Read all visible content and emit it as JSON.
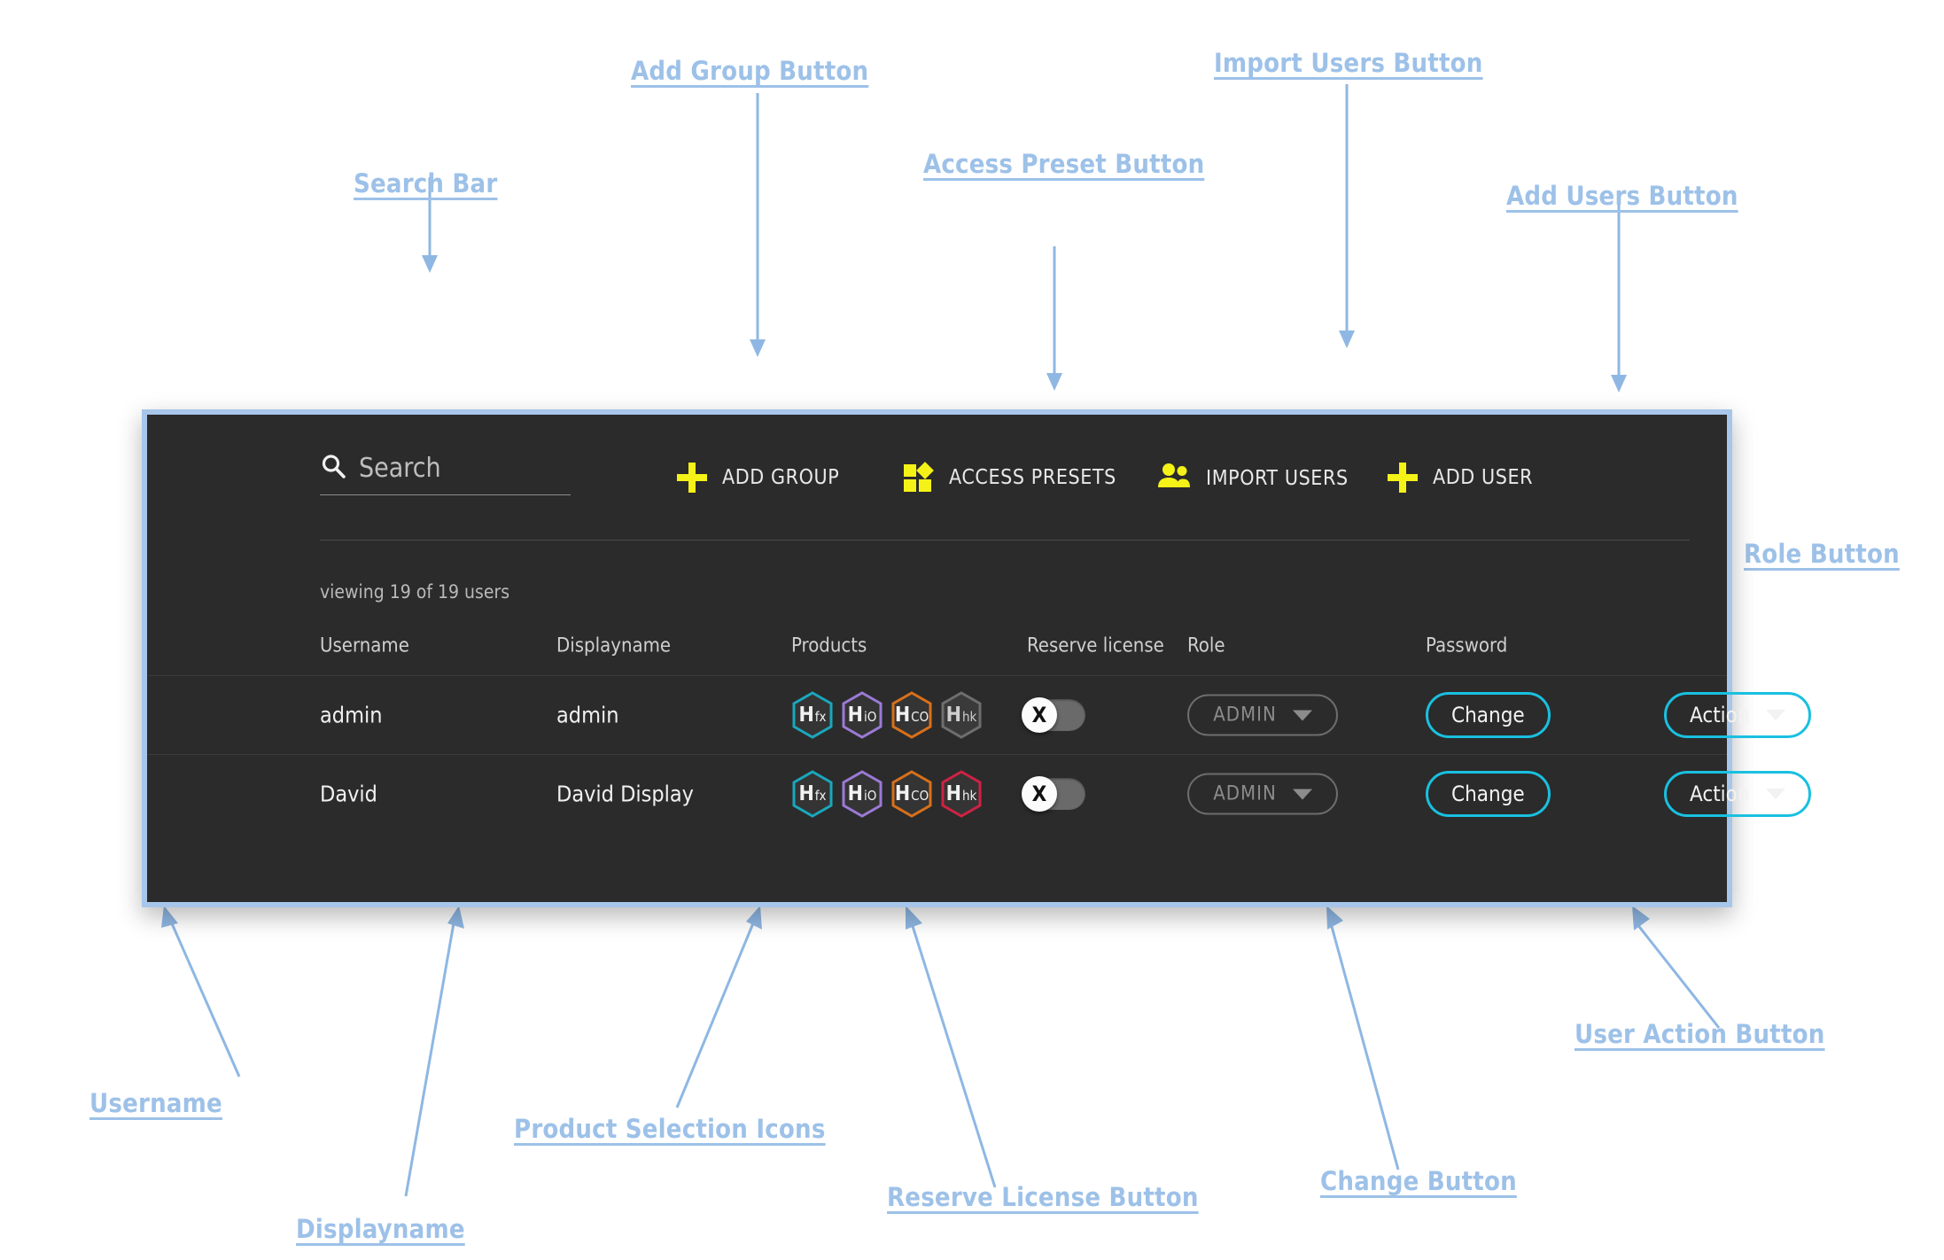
{
  "annotations": [
    {
      "id": "search-bar",
      "label": "Search Bar"
    },
    {
      "id": "add-group-button",
      "label": "Add Group Button"
    },
    {
      "id": "access-preset-button",
      "label": "Access Preset Button"
    },
    {
      "id": "import-users-button",
      "label": "Import Users Button"
    },
    {
      "id": "add-users-button",
      "label": "Add Users Button"
    },
    {
      "id": "role-button",
      "label": "Role Button"
    },
    {
      "id": "username",
      "label": "Username"
    },
    {
      "id": "displayname",
      "label": "Displayname"
    },
    {
      "id": "product-selection-icons",
      "label": "Product Selection Icons"
    },
    {
      "id": "reserve-license-button",
      "label": "Reserve License Button"
    },
    {
      "id": "change-button",
      "label": "Change Button"
    },
    {
      "id": "user-action-button",
      "label": "User Action Button"
    }
  ],
  "colors": {
    "annotation": "#9dc1e8",
    "panel_border": "#a7c6ea",
    "panel_bg": "#2b2b2b",
    "accent_yellow": "#f5f218",
    "accent_cyan": "#19c0e0"
  },
  "toolbar": {
    "search": {
      "placeholder": "Search",
      "value": "",
      "icon": "search-icon"
    },
    "buttons": [
      {
        "id": "add-group",
        "label": "ADD GROUP",
        "icon": "plus-icon"
      },
      {
        "id": "access-presets",
        "label": "ACCESS PRESETS",
        "icon": "grid-presets-icon"
      },
      {
        "id": "import-users",
        "label": "IMPORT USERS",
        "icon": "people-icon"
      },
      {
        "id": "add-user",
        "label": "ADD USER",
        "icon": "plus-icon"
      }
    ]
  },
  "status": {
    "viewing": "viewing 19 of 19 users"
  },
  "table": {
    "headers": {
      "username": "Username",
      "displayname": "Displayname",
      "products": "Products",
      "reserve": "Reserve license",
      "role": "Role",
      "password": "Password",
      "action": ""
    },
    "rows": [
      {
        "username": "admin",
        "displayname": "admin",
        "products": [
          {
            "main": "H",
            "sub": "fx",
            "color": "#1aa7bd",
            "active": true
          },
          {
            "main": "H",
            "sub": "iO",
            "color": "#9b7ad6",
            "active": true
          },
          {
            "main": "H",
            "sub": "CO",
            "color": "#d9701a",
            "active": true
          },
          {
            "main": "H",
            "sub": "hk",
            "color": "#6e6e6e",
            "active": false
          }
        ],
        "reserve_license": {
          "state": "off",
          "knob_label": "X"
        },
        "role": {
          "value": "ADMIN"
        },
        "password_button": "Change",
        "action_button": "Action"
      },
      {
        "username": "David",
        "displayname": "David Display",
        "products": [
          {
            "main": "H",
            "sub": "fx",
            "color": "#1aa7bd",
            "active": true
          },
          {
            "main": "H",
            "sub": "iO",
            "color": "#9b7ad6",
            "active": true
          },
          {
            "main": "H",
            "sub": "CO",
            "color": "#d9701a",
            "active": true
          },
          {
            "main": "H",
            "sub": "hk",
            "color": "#cf2244",
            "active": true
          }
        ],
        "reserve_license": {
          "state": "off",
          "knob_label": "X"
        },
        "role": {
          "value": "ADMIN"
        },
        "password_button": "Change",
        "action_button": "Action"
      }
    ]
  }
}
